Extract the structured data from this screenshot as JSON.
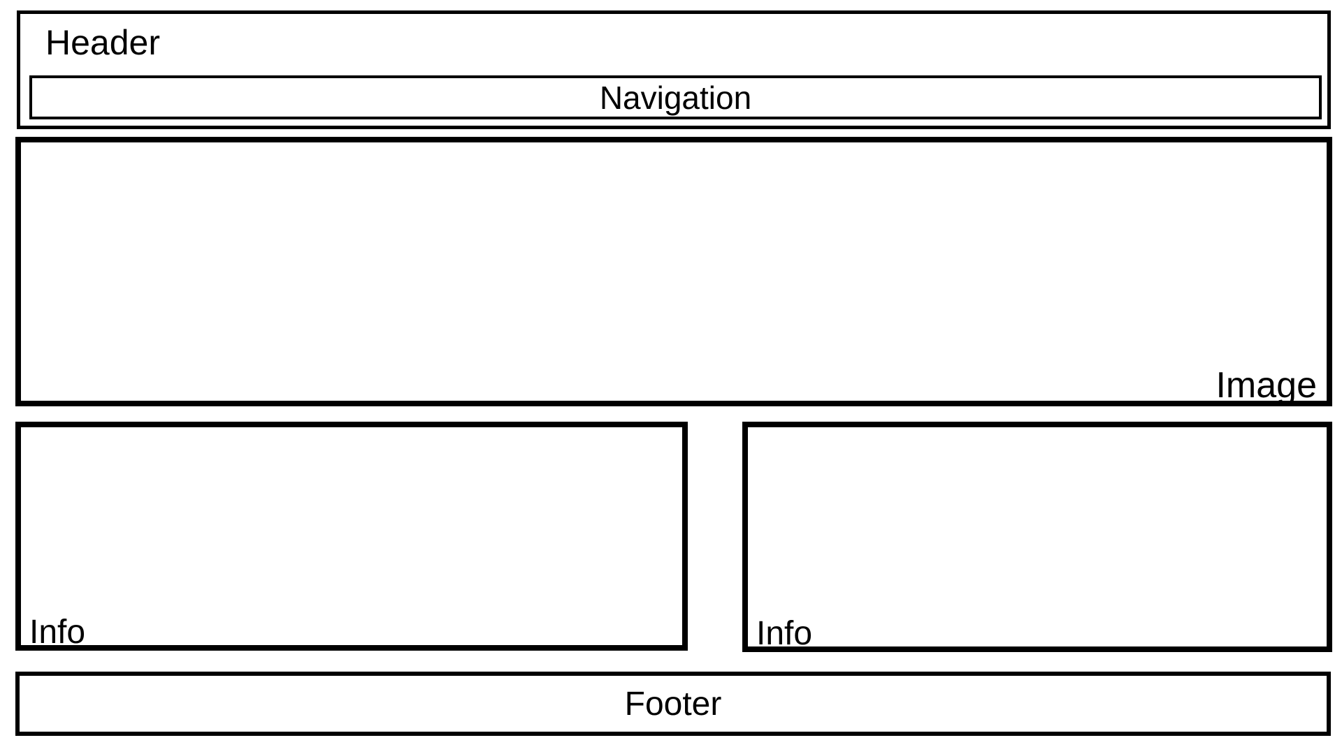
{
  "wireframe": {
    "header": {
      "label": "Header"
    },
    "navigation": {
      "label": "Navigation"
    },
    "image": {
      "label": "Image"
    },
    "info_panels": [
      {
        "label": "Info"
      },
      {
        "label": "Info"
      }
    ],
    "footer": {
      "label": "Footer"
    }
  },
  "colors": {
    "line": "#000000",
    "background": "#ffffff"
  }
}
